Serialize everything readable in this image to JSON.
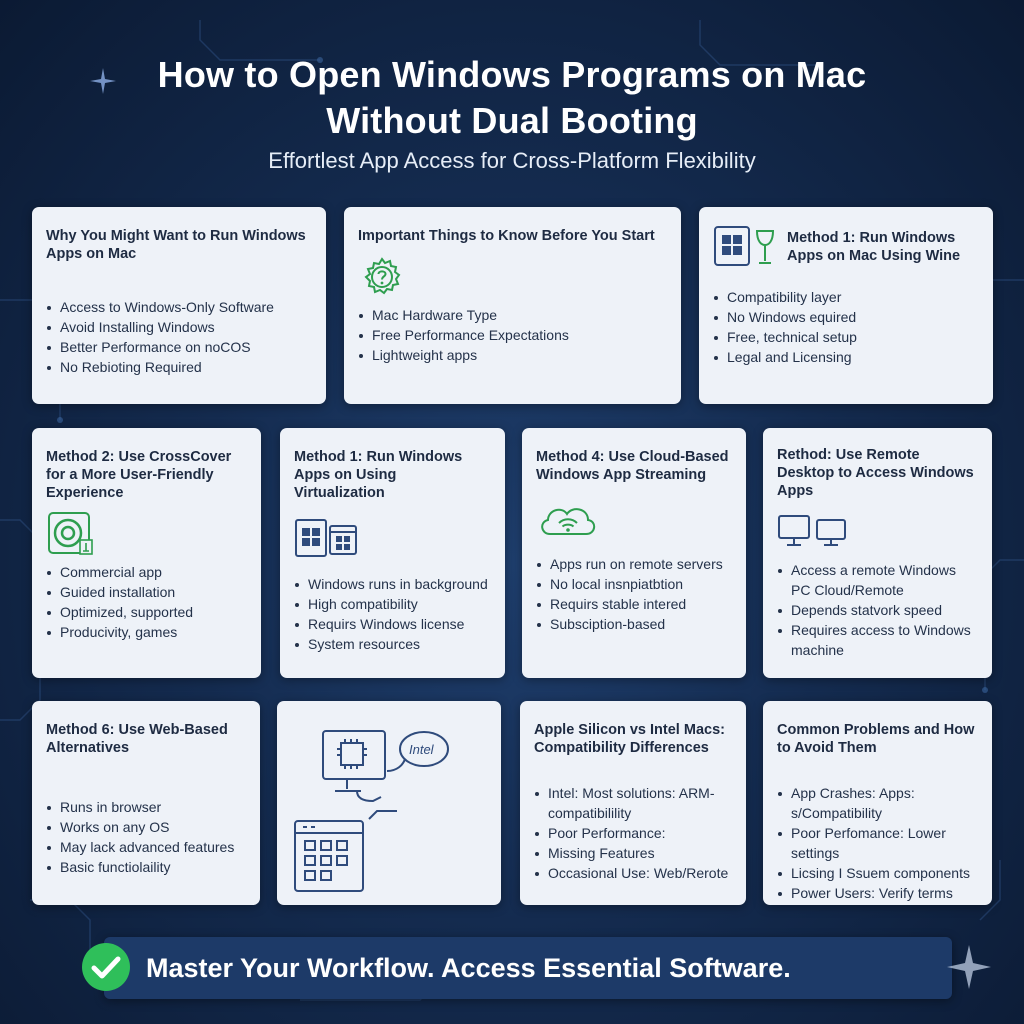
{
  "header": {
    "title_line1": "How to Open Windows Programs on Mac",
    "title_line2": "Without Dual Booting",
    "subtitle": "Effortlest App Access for Cross-Platform Flexibility"
  },
  "cards": [
    {
      "title": "Why You Might Want to Run Windows Apps on Mac",
      "items": [
        "Access to Windows-Only Software",
        "Avoid Installing Windows",
        "Better Performance on noCOS",
        "No Rebioting Required"
      ]
    },
    {
      "title": "Important Things to Know Before You Start",
      "icon": "gear-question-icon",
      "items": [
        "Mac Hardware Type",
        "Free Performance Expectations",
        "Lightweight apps"
      ]
    },
    {
      "title": "Method 1: Run Windows Apps on Mac Using Wine",
      "icon": "windows-wine-icon",
      "items": [
        "Compatibility layer",
        "No Windows equired",
        "Free, technical setup",
        "Legal and Licensing"
      ]
    },
    {
      "title": "Method 2: Use CrossCover for a More User-Friendly Experience",
      "icon": "crossover-app-icon",
      "items": [
        "Commercial app",
        "Guided installation",
        "Optimized, supported",
        "Producivity, games"
      ]
    },
    {
      "title": "Method 1: Run Windows Apps on Using Virtualization",
      "icon": "virtual-windows-icon",
      "items": [
        "Windows runs in background",
        "High compatibility",
        "Requirs Windows license",
        "System resources"
      ]
    },
    {
      "title": "Method 4: Use Cloud-Based Windows App Streaming",
      "icon": "cloud-wifi-icon",
      "items": [
        "Apps run on remote servers",
        "No local insnpiatbtion",
        "Requirs stable intered",
        "Subsciption-based"
      ]
    },
    {
      "title": "Rethod: Use Remote Desktop to Access Windows Apps",
      "icon": "remote-monitors-icon",
      "items": [
        "Access a remote Windows PC Cloud/Remote",
        "Depends statvork speed",
        "Requires access to Windows machine"
      ]
    },
    {
      "title": "Method 6: Use Web-Based Alternatives",
      "items": [
        "Runs in browser",
        "Works on any OS",
        "May lack advanced features",
        "Basic functiolaility"
      ]
    },
    {
      "icon": "chip-browser-illustration",
      "chip_label": "Intel"
    },
    {
      "title": "Apple Silicon vs Intel Macs: Compatibility Differences",
      "items": [
        "Intel: Most solutions: ARM-compatibilility",
        "Poor Performance:",
        "Missing Features",
        "Occasional Use: Web/Rerote"
      ]
    },
    {
      "title": "Common Problems and How to Avoid Them",
      "items": [
        "App Crashes: Apps: s/Compatibility",
        "Poor Perfomance: Lower settings",
        "Licsing I Ssuem components",
        "Power Users: Verify terms"
      ]
    }
  ],
  "footer": {
    "tagline": "Master Your Workflow. Access Essential Software.",
    "icon": "check-circle-icon"
  },
  "colors": {
    "background": "#142b4f",
    "card": "#eef2f8",
    "accent_green": "#2e9e4f",
    "icon_blue": "#2f4b7c",
    "check_green": "#2fbf5a"
  }
}
